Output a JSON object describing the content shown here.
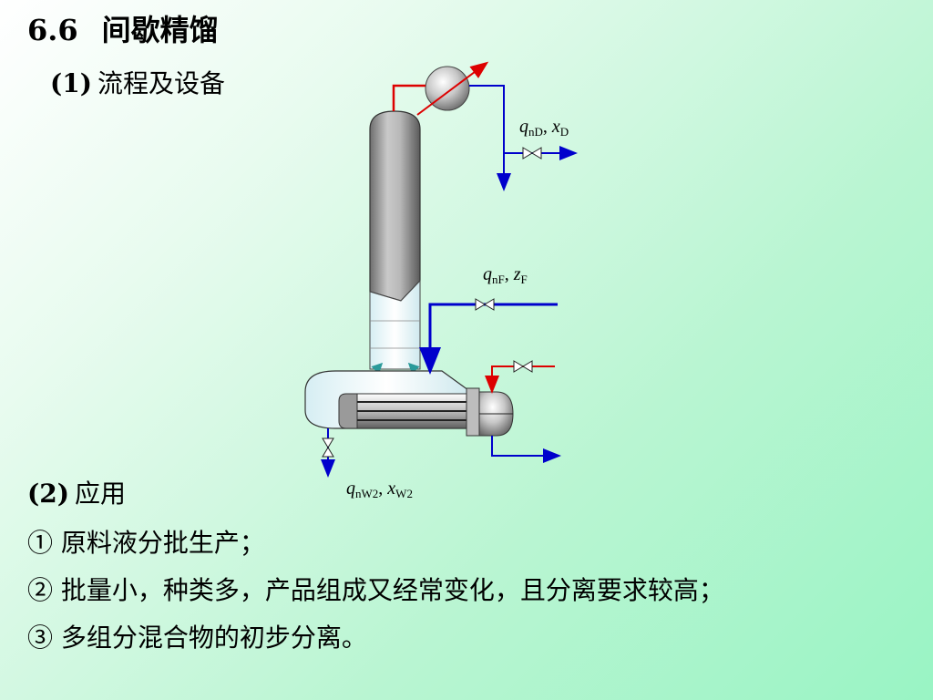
{
  "header": {
    "number": "6.6",
    "title": "间歇精馏"
  },
  "section1": {
    "number": "(1)",
    "title": "流程及设备"
  },
  "section2": {
    "number": "(2)",
    "title": "应用"
  },
  "items": [
    {
      "marker": "①",
      "text": "原料液分批生产；"
    },
    {
      "marker": "②",
      "text": "批量小，种类多，产品组成又经常变化，且分离要求较高；"
    },
    {
      "marker": "③",
      "text": "多组分混合物的初步分离。"
    }
  ],
  "diagram": {
    "labels": {
      "distillate": {
        "q": "q",
        "q_sub": "nD",
        "x": "x",
        "x_sub": "D"
      },
      "feed": {
        "q": "q",
        "q_sub": "nF",
        "x": "z",
        "x_sub": "F"
      },
      "bottoms": {
        "q": "q",
        "q_sub": "nW2",
        "x": "x",
        "x_sub": "W2"
      }
    }
  }
}
